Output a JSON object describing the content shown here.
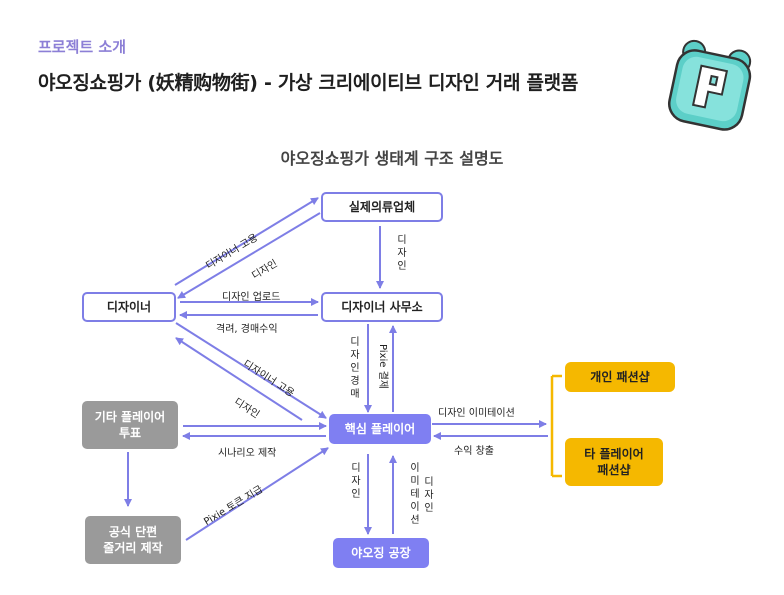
{
  "header": {
    "label": "프로젝트 소개",
    "title": "야오징쇼핑가 (妖精购物街) - 가상 크리에이티브 디자인 거래 플랫폼"
  },
  "logo": {
    "icon": "p-badge-logo",
    "color": "#5ccfc8"
  },
  "diagram": {
    "title": "야오징쇼핑가 생태계 구조 설명도",
    "nodes": {
      "clothing_company": "실제의류업체",
      "designer": "디자이너",
      "design_office": "디자이너 사무소",
      "core_player": "핵심 플레이어",
      "other_player_vote": "기타 플레이어\n투표",
      "official_story": "공식 단편\n줄거리 제작",
      "factory": "야오징 공장",
      "personal_shop": "개인 패션샵",
      "other_player_shop": "타 플레이어\n패션샵"
    },
    "edges": {
      "hire_designer_1": "디자이너 고용",
      "design_1": "디자인",
      "design_upload": "디자인 업로드",
      "encourage_auction": "격려, 경매수익",
      "design_down": "디자인",
      "design_auction": "디자인경매",
      "pixie_payment": "Pixie 결제",
      "hire_designer_2": "디자이너 고용",
      "design_2": "디자인",
      "design_imitation": "디자인 이미테이션",
      "revenue": "수익 창출",
      "scenario": "시나리오 제작",
      "pixie_token": "Pixie 토큰 지급",
      "design_factory": "디자인",
      "imitation_design": "이미테이션",
      "imitation_design_2": "디자인"
    }
  },
  "colors": {
    "accent": "#7f7ff2",
    "outline": "#7e7ee6",
    "gray": "#9a9a9a",
    "yellow": "#f5b800"
  }
}
